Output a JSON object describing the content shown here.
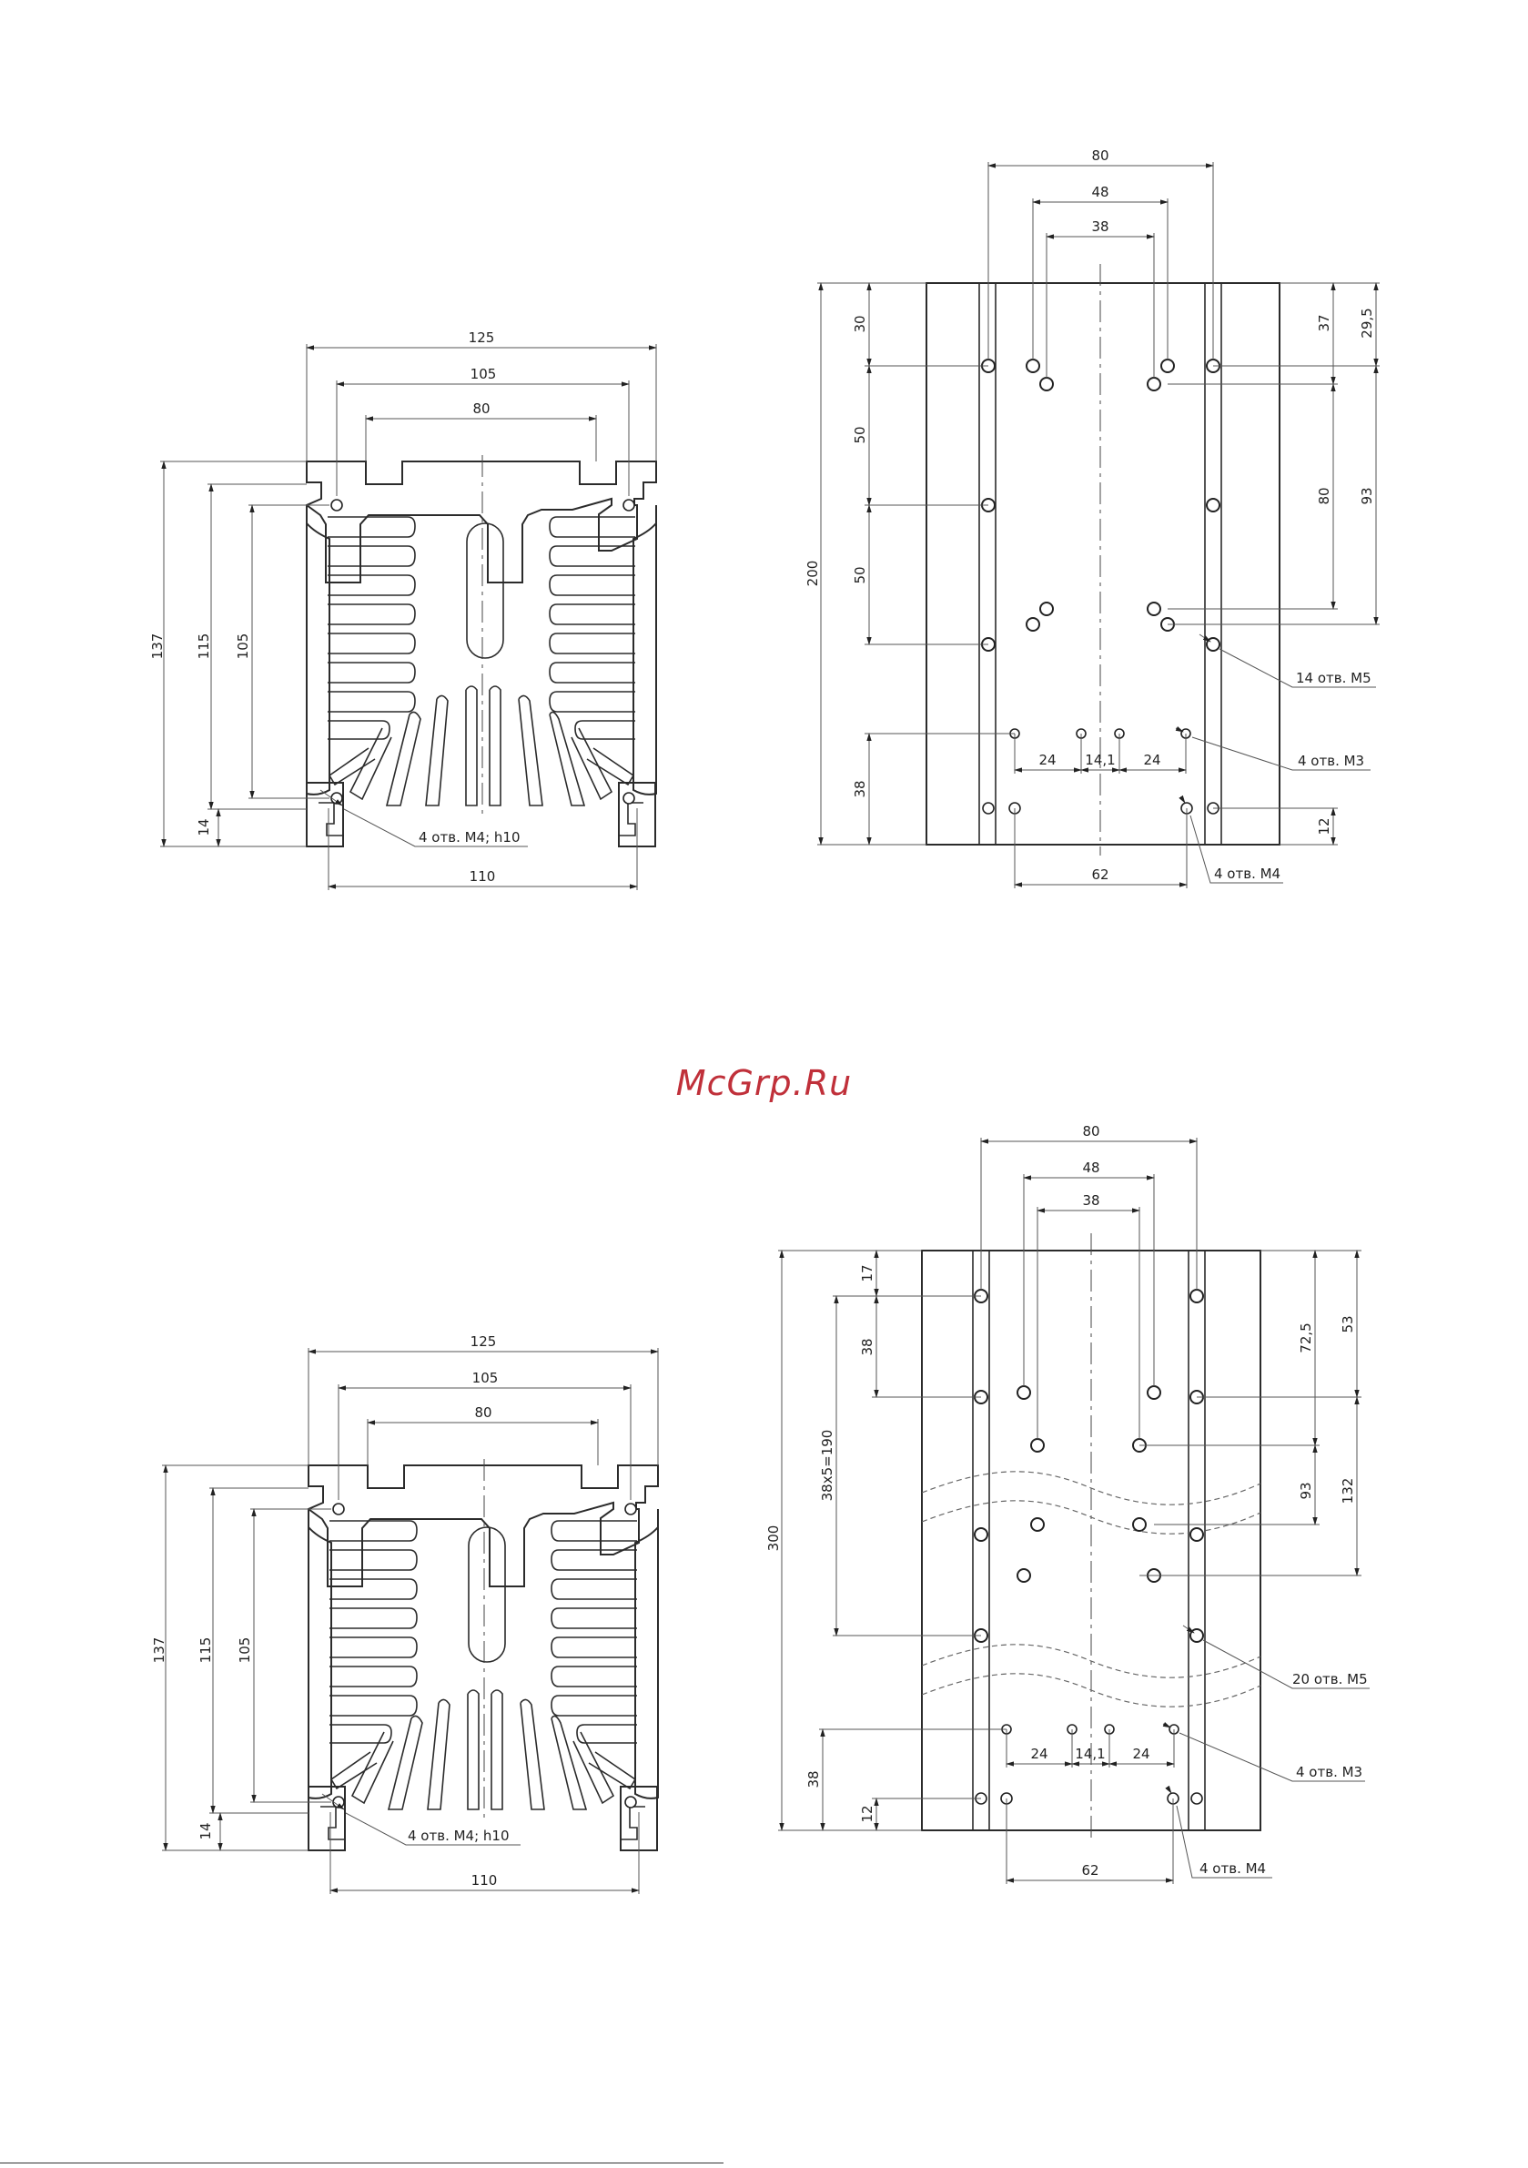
{
  "watermark": {
    "text": "McGrp.Ru"
  },
  "sheet_1": {
    "profile_view": {
      "top_dims": [
        "125",
        "105",
        "80"
      ],
      "left_dims": [
        "137",
        "115",
        "105",
        "14"
      ],
      "bottom_dim": "110",
      "note": "4 отв. М4; h10"
    },
    "plan_view": {
      "top_dims": [
        "80",
        "48",
        "38"
      ],
      "left_dims": [
        "200",
        "30",
        "50",
        "50",
        "38"
      ],
      "right_dims": [
        "37",
        "29,5",
        "80",
        "93",
        "12"
      ],
      "row_dims": [
        "24",
        "14,1",
        "24"
      ],
      "bottom_dim": "62",
      "notes": [
        "14 отв. М5",
        "4 отв. М3",
        "4 отв. М4"
      ]
    }
  },
  "sheet_2": {
    "profile_view": {
      "top_dims": [
        "125",
        "105",
        "80"
      ],
      "left_dims": [
        "137",
        "115",
        "105",
        "14"
      ],
      "bottom_dim": "110",
      "note": "4 отв. М4; h10"
    },
    "plan_view": {
      "top_dims": [
        "80",
        "48",
        "38"
      ],
      "left_dims": [
        "300",
        "17",
        "38",
        "38x5=190",
        "38",
        "12"
      ],
      "right_dims": [
        "72,5",
        "53",
        "93",
        "132"
      ],
      "row_dims": [
        "24",
        "14,1",
        "24"
      ],
      "bottom_dim": "62",
      "notes": [
        "20 отв. М5",
        "4 отв. М3",
        "4 отв. М4"
      ]
    }
  }
}
